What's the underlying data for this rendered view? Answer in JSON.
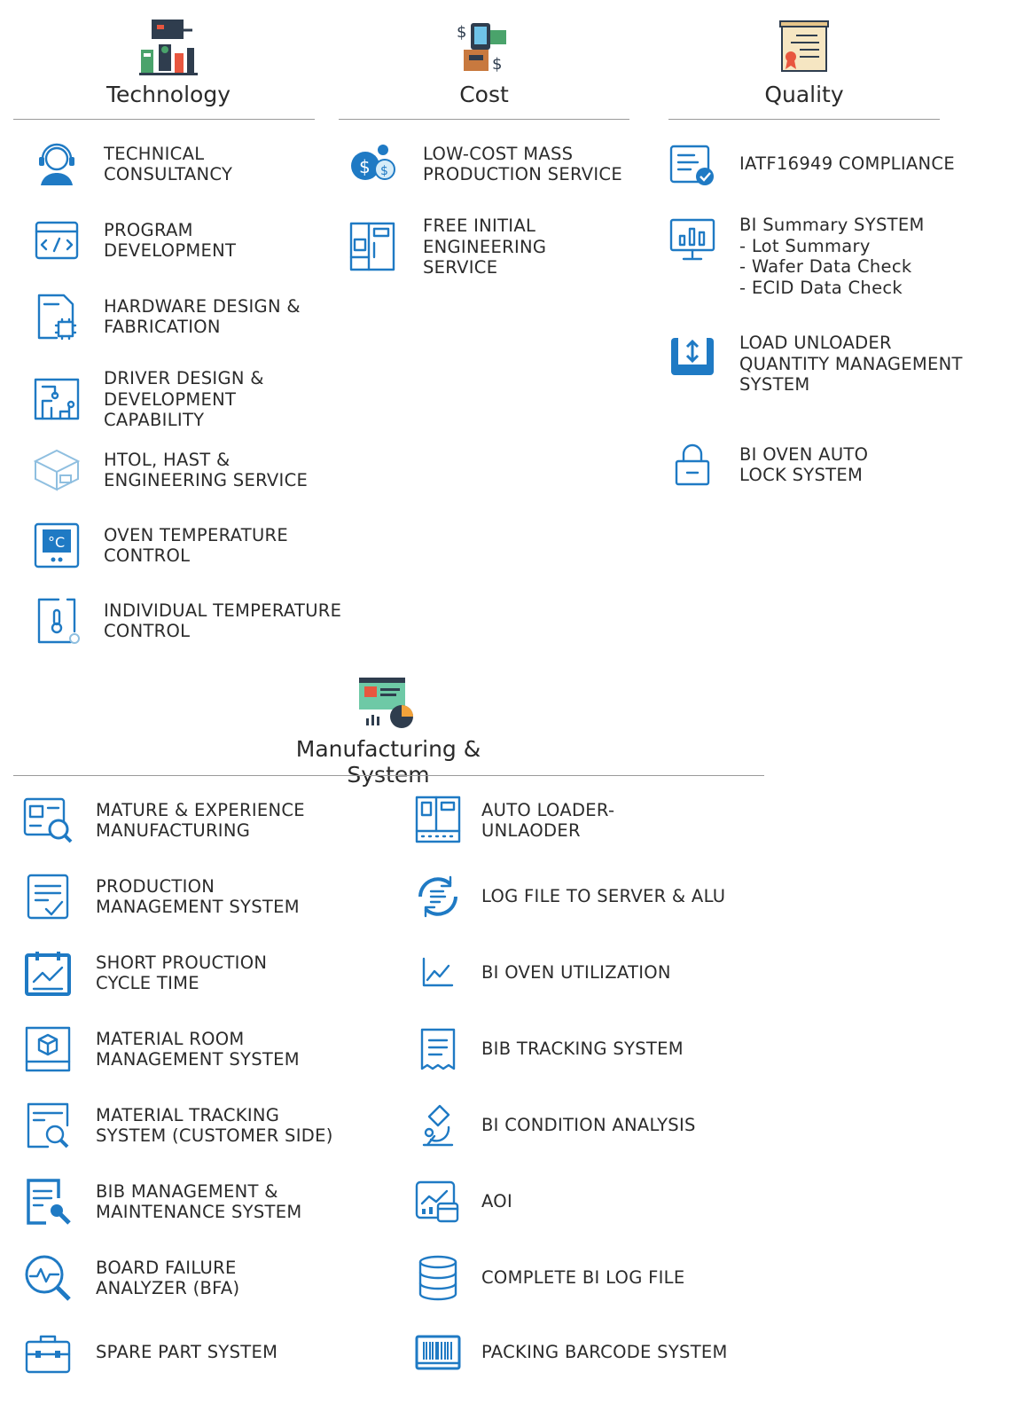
{
  "sections": {
    "technology": {
      "title": "Technology",
      "items": [
        {
          "label": "TECHNICAL\nCONSULTANCY",
          "icon": "consultant-headset-icon"
        },
        {
          "label": "PROGRAM\nDEVELOPMENT",
          "icon": "code-window-icon"
        },
        {
          "label": "HARDWARE DESIGN &\nFABRICATION",
          "icon": "chip-document-icon"
        },
        {
          "label": "DRIVER DESIGN &\nDEVELOPMENT\nCAPABILITY",
          "icon": "circuit-board-icon"
        },
        {
          "label": "HTOL, HAST &\nENGINEERING SERVICE",
          "icon": "oven-box-icon"
        },
        {
          "label": "OVEN TEMPERATURE\nCONTROL",
          "icon": "celsius-panel-icon"
        },
        {
          "label": "INDIVIDUAL TEMPERATURE\nCONTROL",
          "icon": "thermometer-panel-icon"
        }
      ]
    },
    "cost": {
      "title": "Cost",
      "items": [
        {
          "label": "LOW-COST MASS\nPRODUCTION SERVICE",
          "icon": "coins-icon"
        },
        {
          "label": "FREE INITIAL\nENGINEERING\nSERVICE",
          "icon": "machine-icon"
        }
      ]
    },
    "quality": {
      "title": "Quality",
      "items": [
        {
          "label": "IATF16949 COMPLIANCE",
          "icon": "checked-document-icon"
        },
        {
          "label": "BI Summary SYSTEM\n- Lot Summary\n- Wafer Data Check\n- ECID Data Check",
          "icon": "monitor-chart-icon"
        },
        {
          "label": "LOAD UNLOADER\nQUANTITY MANAGEMENT\nSYSTEM",
          "icon": "load-unload-icon"
        },
        {
          "label": "BI OVEN AUTO\nLOCK SYSTEM",
          "icon": "padlock-icon"
        }
      ]
    },
    "manufacturing": {
      "title": "Manufacturing & System",
      "left": [
        {
          "label": "MATURE & EXPERIENCE\nMANUFACTURING",
          "icon": "manufacturing-search-icon"
        },
        {
          "label": "PRODUCTION\nMANAGEMENT SYSTEM",
          "icon": "checklist-icon"
        },
        {
          "label": "SHORT PROUCTION\nCYCLE TIME",
          "icon": "calendar-chart-icon"
        },
        {
          "label": "MATERIAL ROOM\nMANAGEMENT SYSTEM",
          "icon": "cube-panel-icon"
        },
        {
          "label": "MATERIAL TRACKING\nSYSTEM (CUSTOMER SIDE)",
          "icon": "document-search-icon"
        },
        {
          "label": "BIB MANAGEMENT &\nMAINTENANCE SYSTEM",
          "icon": "document-wrench-icon"
        },
        {
          "label": "BOARD FAILURE\nANALYZER (BFA)",
          "icon": "pulse-magnifier-icon"
        },
        {
          "label": "SPARE PART SYSTEM",
          "icon": "toolbox-icon"
        }
      ],
      "right": [
        {
          "label": "AUTO LOADER-\nUNLAODER",
          "icon": "loader-machine-icon"
        },
        {
          "label": "LOG FILE TO SERVER & ALU",
          "icon": "sync-document-icon"
        },
        {
          "label": "BI OVEN UTILIZATION",
          "icon": "line-chart-icon"
        },
        {
          "label": "BIB TRACKING SYSTEM",
          "icon": "receipt-icon"
        },
        {
          "label": "BI CONDITION ANALYSIS",
          "icon": "microscope-icon"
        },
        {
          "label": "AOI",
          "icon": "chart-window-icon"
        },
        {
          "label": "COMPLETE BI LOG FILE",
          "icon": "database-icon"
        },
        {
          "label": "PACKING BARCODE SYSTEM",
          "icon": "barcode-icon"
        }
      ]
    }
  }
}
